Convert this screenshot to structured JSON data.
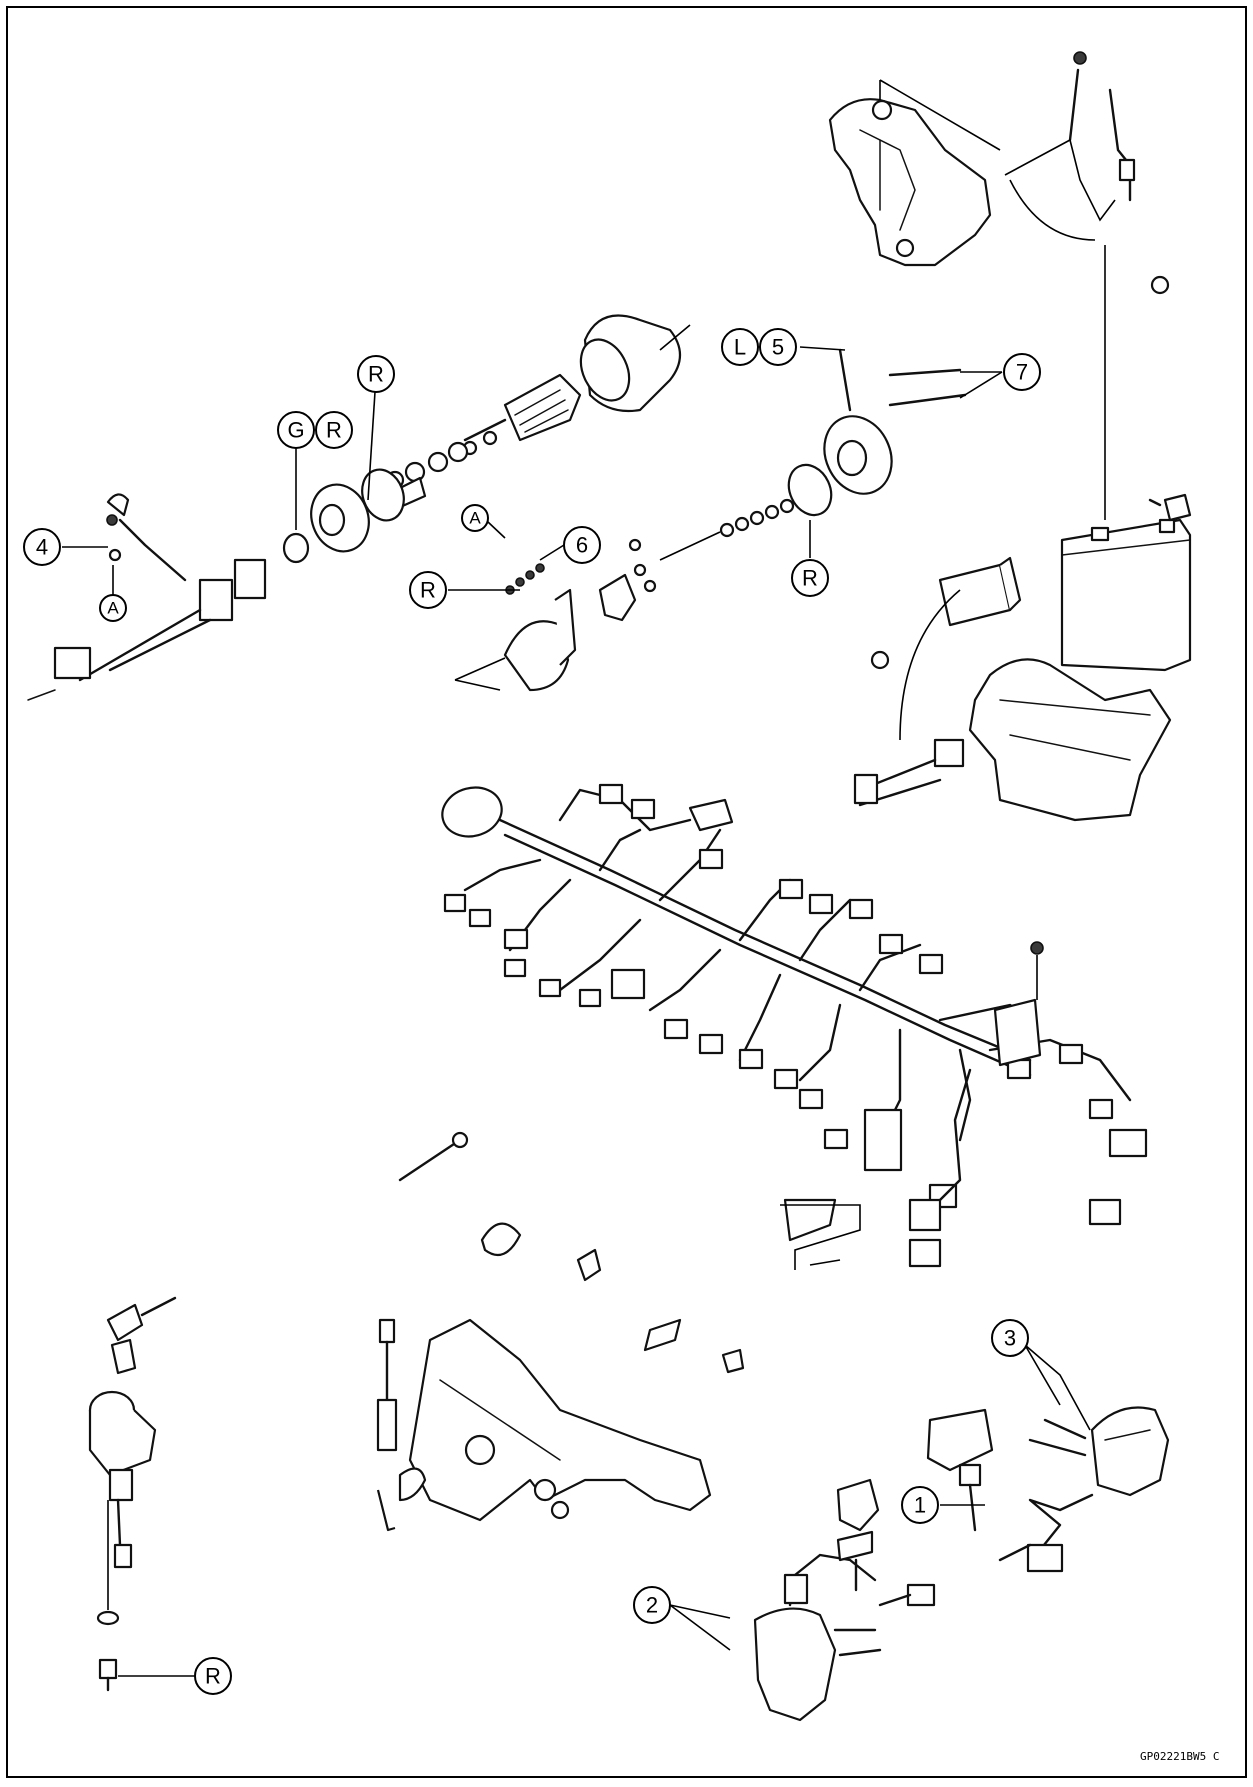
{
  "callouts": {
    "c1": "1",
    "c2": "2",
    "c3": "3",
    "c4": "4",
    "c5": "5",
    "c6": "6",
    "c7": "7",
    "L": "L",
    "G": "G",
    "R_cap": "R",
    "R_oring": "R",
    "R_left": "R",
    "R_right": "R",
    "R_bolt": "R",
    "A_top": "A",
    "A_left": "A"
  },
  "figure_code": "GP02221BW5  C",
  "colors": {
    "ink": "#111111",
    "paper": "#ffffff"
  }
}
